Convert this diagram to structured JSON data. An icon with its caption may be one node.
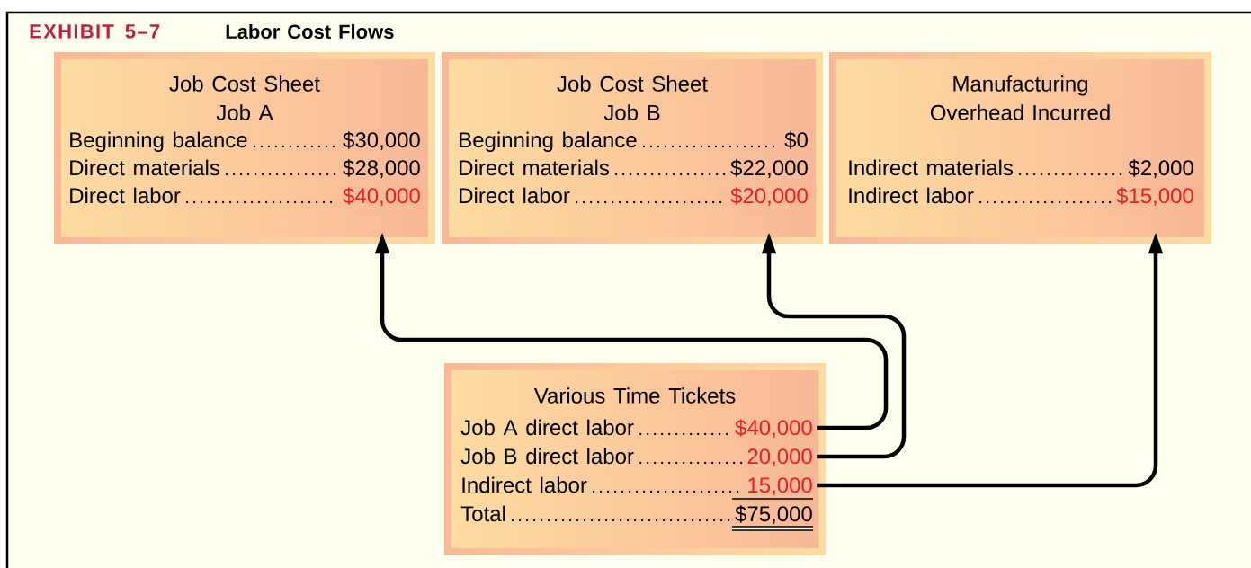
{
  "diagram": {
    "title": "Labor Cost Flows",
    "nodes": [
      {
        "text": [
          "Job Cost Sheet",
          "Job A",
          "Beginning balance",
          "$30,000",
          "Direct materials",
          "$28,000",
          "Direct labor",
          "$40,000"
        ]
      },
      {
        "text": [
          "Job Cost Sheet",
          "Job B",
          "Beginning balance",
          "$0",
          "Direct materials",
          "$22,000",
          "Direct labor",
          "$20,000"
        ]
      },
      {
        "text": [
          "Manufacturing Overhead Incurred",
          "Indirect materials",
          "$2,000",
          "Indirect labor",
          "$15,000"
        ]
      },
      {
        "text": [
          "Various Time Tickets",
          "Job A direct labor",
          "$40,000",
          "Job B direct labor",
          "20,000",
          "Indirect labor",
          "15,000",
          "Total",
          "$75,000"
        ]
      }
    ],
    "edges": [
      {
        "from": 3,
        "to": 0,
        "arrow": "to"
      },
      {
        "from": 3,
        "to": 1,
        "arrow": "to"
      },
      {
        "from": 3,
        "to": 2,
        "arrow": "to"
      }
    ],
    "labels": [
      "EXHIBIT 5–7"
    ]
  }
}
